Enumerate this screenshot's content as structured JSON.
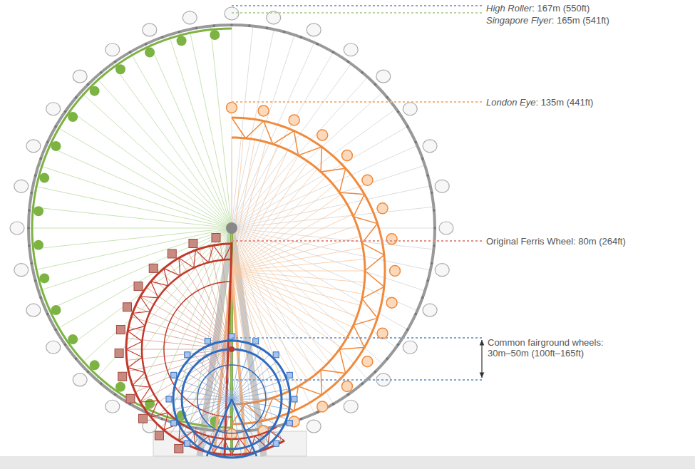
{
  "diagram": {
    "labels": [
      "High Roller: 167m (550ft)",
      "Singapore Flyer: 165m (541ft)",
      "London Eye: 135m (441ft)",
      "Original Ferris Wheel: 80m (264ft)",
      "Common fairground wheels: 30m–50m (100ft–165ft)"
    ]
  }
}
